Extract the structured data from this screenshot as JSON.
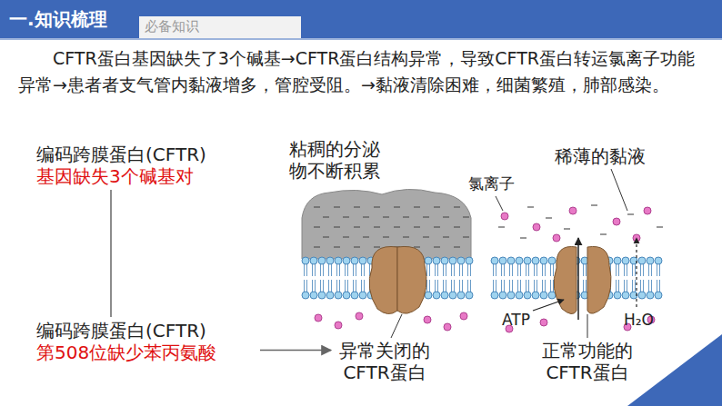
{
  "diagram": {
    "title": "一.知识梳理",
    "nodes": [
      {
        "text": [
          "必备知识"
        ]
      },
      {
        "text": [
          "编码跨膜蛋白(CFTR)",
          "基因缺失3个碱基对"
        ]
      },
      {
        "text": [
          "编码跨膜蛋白(CFTR)",
          "第508位缺少苯丙氨酸"
        ]
      },
      {
        "text": [
          "异常关闭的 CFTR蛋白"
        ]
      }
    ],
    "edges": [
      {
        "from": 1,
        "to": 2,
        "arrow": "none"
      },
      {
        "from": 2,
        "to": 3,
        "arrow": "to"
      }
    ],
    "labels": [
      "CFTR蛋白基因缺失了3个碱基→CFTR蛋白结构异常，导致CFTR蛋白转运氯离子功能异常→患者者支气管内黏液增多，管腔受阻。→黏液清除困难，细菌繁殖，肺部感染。",
      "粘稠的分泌物不断积累",
      "稀薄的黏液",
      "氯离子",
      "ATP",
      "H₂O",
      "正常功能的 CFTR蛋白"
    ]
  }
}
